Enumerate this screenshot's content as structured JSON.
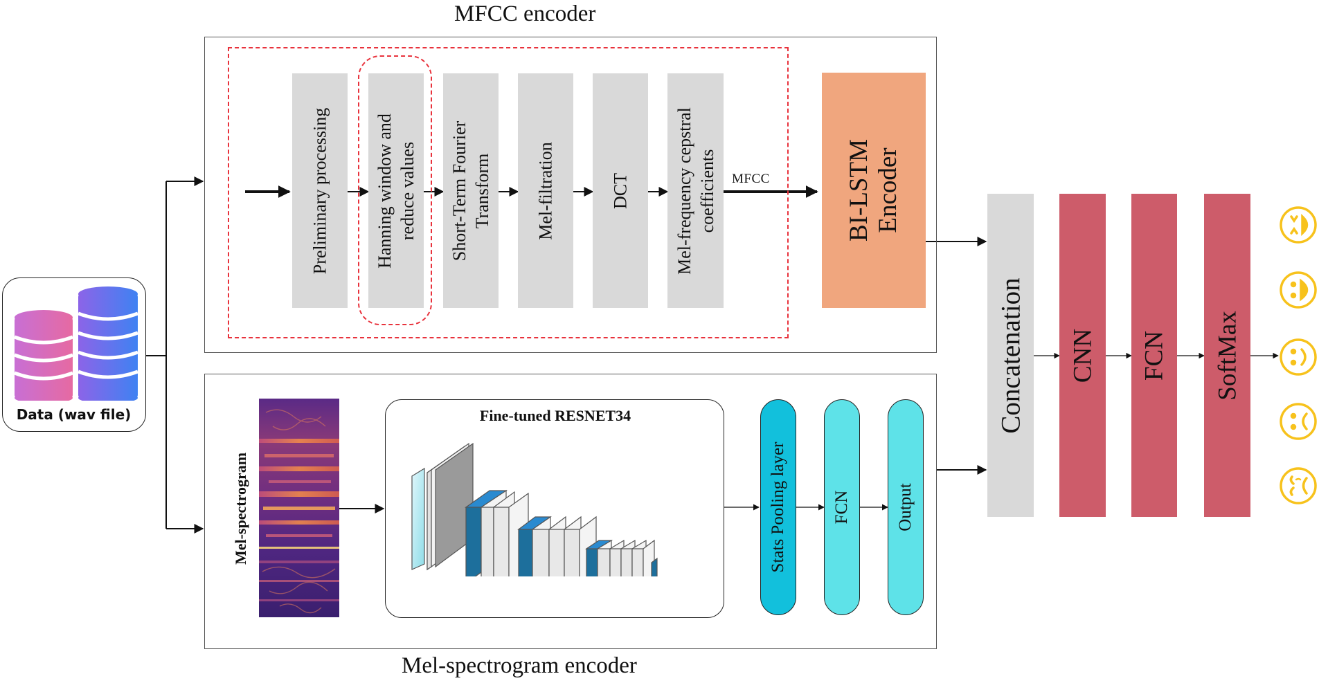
{
  "titles": {
    "mfcc_encoder": "MFCC encoder",
    "mel_encoder": "Mel-spectrogram encoder"
  },
  "data_source": {
    "label": "Data (wav file)",
    "icon": "database-icon"
  },
  "mfcc_pipeline": {
    "steps": [
      "Preliminary processing",
      "Hanning window and\nreduce values",
      "Short-Term Fourier\nTransform",
      "Mel-filtration",
      "DCT",
      "Mel-frequency cepstral\ncoefficients"
    ],
    "output_label": "MFCC",
    "encoder": "BI-LSTM\nEncoder"
  },
  "mel_pipeline": {
    "spectrogram_label": "Mel-spectrogram",
    "resnet_title": "Fine-tuned RESNET34",
    "layers": [
      "Stats Pooling layer",
      "FCN",
      "Output"
    ]
  },
  "fusion": [
    "Concatenation",
    "CNN",
    "FCN",
    "SoftMax"
  ],
  "emotions": [
    "laughing-face-icon",
    "grinning-face-icon",
    "smiling-face-icon",
    "sad-face-icon",
    "crying-face-icon"
  ],
  "colors": {
    "step_grey": "#d9d9d9",
    "encoder_orange": "#f0a67e",
    "dashed_red": "#e8323c",
    "pill_cyan": "#5ee2e8",
    "pill_cyan_dark": "#12c0dc",
    "fusion_red": "#cd5c6a",
    "emoji_yellow": "#f7c21c"
  }
}
